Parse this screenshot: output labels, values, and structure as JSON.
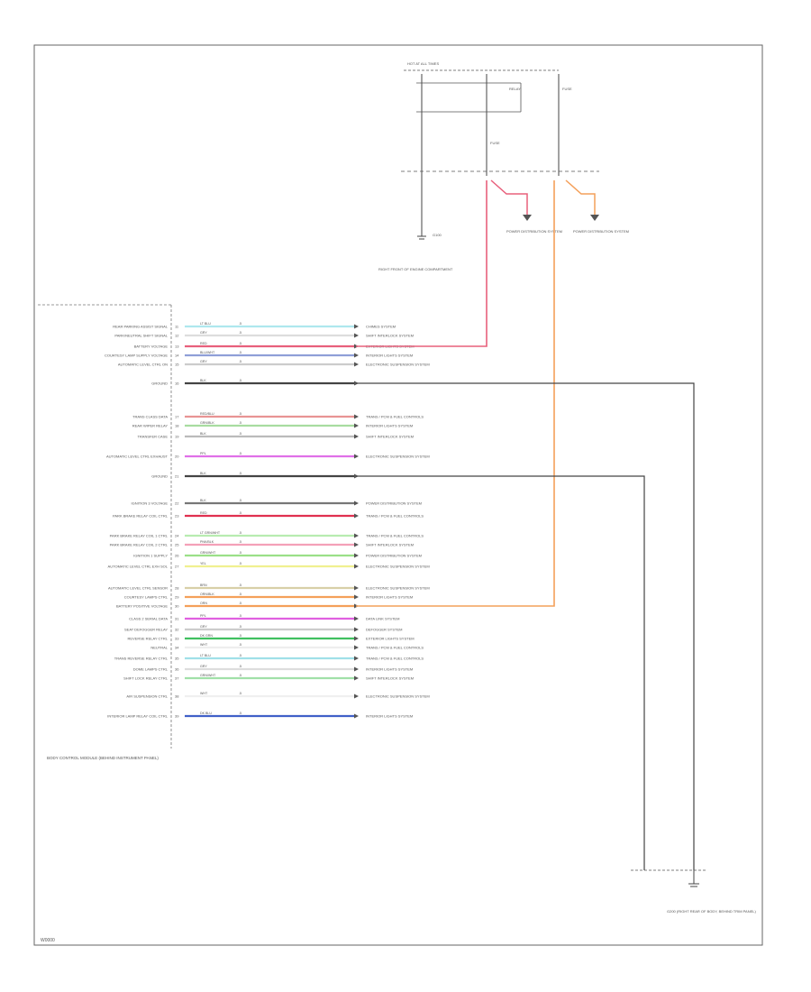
{
  "colors": {
    "frame": "#555555",
    "wire_black": "#444444",
    "wire_pink": "#e8607c",
    "wire_orange": "#f4a05a",
    "text": "#555555"
  },
  "top_section": {
    "fuse_block_label": "HOT AT ALL TIMES",
    "relay_label": "RELAY",
    "fuse_1": "FUSE",
    "fuse_2": "FUSE",
    "power_dist_1": "POWER DISTRIBUTION SYSTEM",
    "power_dist_2": "POWER DISTRIBUTION SYSTEM",
    "ground_label": "G100",
    "connector_label": "RIGHT FRONT OF ENGINE COMPARTMENT"
  },
  "module_label": "BODY CONTROL MODULE (BEHIND INSTRUMENT PANEL)",
  "bottom_ground_label": "G200 (RIGHT REAR OF BODY, BEHIND TRIM PANEL)",
  "pins": [
    {
      "label": "REAR PARKING ASSIST SIGNAL",
      "pin": "11",
      "color": "LT BLU",
      "size": ".5",
      "dest": "CHIMES SYSTEM",
      "wire": "#aee8ee"
    },
    {
      "label": "PARK/NEUTRAL SHIFT SIGNAL",
      "pin": "12",
      "color": "GRY",
      "size": ".5",
      "dest": "SHIFT INTERLOCK SYSTEM",
      "wire": "#dddddd"
    },
    {
      "label": "BATTERY VOLTAGE",
      "pin": "13",
      "color": "RED",
      "size": ".5",
      "dest": "EXTERIOR LIGHTS SYSTEM",
      "wire": "#e8607c"
    },
    {
      "label": "COURTESY LAMP SUPPLY VOLTAGE",
      "pin": "14",
      "color": "BLU/WHT",
      "size": ".5",
      "dest": "INTERIOR LIGHTS SYSTEM",
      "wire": "#8f9fd8"
    },
    {
      "label": "AUTOMATIC LEVEL CTRL ON",
      "pin": "15",
      "color": "GRY",
      "size": ".5",
      "dest": "ELECTRONIC SUSPENSION SYSTEM",
      "wire": "#cccccc"
    },
    {
      "label": "GROUND",
      "pin": "16",
      "color": "BLK",
      "size": ".5",
      "dest": "",
      "wire": "#444444"
    },
    {
      "label": "TRANS CLASS DATA",
      "pin": "17",
      "color": "RED/BLU",
      "size": ".5",
      "dest": "TRANS / PCM & FUEL CONTROLS",
      "wire": "#e89494"
    },
    {
      "label": "REAR WIPER RELAY",
      "pin": "18",
      "color": "GRN/BLK",
      "size": ".5",
      "dest": "INTERIOR LIGHTS SYSTEM",
      "wire": "#a8dca0"
    },
    {
      "label": "TRANSFER CASE",
      "pin": "19",
      "color": "BLK",
      "size": ".5",
      "dest": "SHIFT INTERLOCK SYSTEM",
      "wire": "#bbbbbb"
    },
    {
      "label": "AUTOMATIC LEVEL CTRL EXHAUST",
      "pin": "20",
      "color": "PPL",
      "size": ".5",
      "dest": "ELECTRONIC SUSPENSION SYSTEM",
      "wire": "#e070e8"
    },
    {
      "label": "GROUND",
      "pin": "21",
      "color": "BLK",
      "size": ".5",
      "dest": "",
      "wire": "#444444"
    },
    {
      "label": "IGNITION 3 VOLTAGE",
      "pin": "22",
      "color": "BLK",
      "size": ".5",
      "dest": "POWER DISTRIBUTION SYSTEM",
      "wire": "#777777"
    },
    {
      "label": "PARK BRAKE RELAY COIL CTRL",
      "pin": "23",
      "color": "RED",
      "size": ".5",
      "dest": "TRANS / PCM & FUEL CONTROLS",
      "wire": "#e03050"
    },
    {
      "label": "PARK BRAKE RELAY COIL 1 CTRL",
      "pin": "24",
      "color": "LT GRN/WHT",
      "size": ".5",
      "dest": "TRANS / PCM & FUEL CONTROLS",
      "wire": "#b8ecb0"
    },
    {
      "label": "PARK BRAKE RELAY COIL 2 CTRL",
      "pin": "25",
      "color": "PNK/BLK",
      "size": ".5",
      "dest": "SHIFT INTERLOCK SYSTEM",
      "wire": "#f4a0b8"
    },
    {
      "label": "IGNITION 1 SUPPLY",
      "pin": "26",
      "color": "GRN/WHT",
      "size": ".5",
      "dest": "POWER DISTRIBUTION SYSTEM",
      "wire": "#9be088"
    },
    {
      "label": "AUTOMATIC LEVEL CTRL EXH SOL",
      "pin": "27",
      "color": "YEL",
      "size": ".5",
      "dest": "ELECTRONIC SUSPENSION SYSTEM",
      "wire": "#f0f090"
    },
    {
      "label": "AUTOMATIC LEVEL CTRL SENSOR",
      "pin": "28",
      "color": "BRN",
      "size": ".5",
      "dest": "ELECTRONIC SUSPENSION SYSTEM",
      "wire": "#d8d0a8"
    },
    {
      "label": "COURTESY LAMPS CTRL",
      "pin": "29",
      "color": "ORN/BLK",
      "size": ".5",
      "dest": "INTERIOR LIGHTS SYSTEM",
      "wire": "#f4a05a"
    },
    {
      "label": "BATTERY POSITIVE VOLTAGE",
      "pin": "30",
      "color": "ORN",
      "size": ".5",
      "dest": "",
      "wire": "#f4a05a"
    },
    {
      "label": "CLASS 2 SERIAL DATA",
      "pin": "31",
      "color": "PPL",
      "size": ".5",
      "dest": "DATA LINK SYSTEM",
      "wire": "#e060e0"
    },
    {
      "label": "SEAT DEFOGGER RELAY",
      "pin": "32",
      "color": "GRY",
      "size": ".5",
      "dest": "DEFOGGER SYSTEM",
      "wire": "#cccccc"
    },
    {
      "label": "REVERSE RELAY CTRL",
      "pin": "33",
      "color": "DK GRN",
      "size": ".5",
      "dest": "EXTERIOR LIGHTS SYSTEM",
      "wire": "#40c060"
    },
    {
      "label": "NEUTRAL",
      "pin": "34",
      "color": "WHT",
      "size": ".5",
      "dest": "TRANS / PCM & FUEL CONTROLS",
      "wire": "#eeeeee"
    },
    {
      "label": "TRANS REVERSE RELAY CTRL",
      "pin": "35",
      "color": "LT BLU",
      "size": ".5",
      "dest": "TRANS / PCM & FUEL CONTROLS",
      "wire": "#a0e0e8"
    },
    {
      "label": "DOME LAMPS CTRL",
      "pin": "36",
      "color": "GRY",
      "size": ".5",
      "dest": "INTERIOR LIGHTS SYSTEM",
      "wire": "#dddddd"
    },
    {
      "label": "SHIFT LOCK RELAY CTRL",
      "pin": "37",
      "color": "GRN/WHT",
      "size": ".5",
      "dest": "SHIFT INTERLOCK SYSTEM",
      "wire": "#a0e0a8"
    },
    {
      "label": "AIR SUSPENSION CTRL",
      "pin": "38",
      "color": "WHT",
      "size": ".5",
      "dest": "ELECTRONIC SUSPENSION SYSTEM",
      "wire": "#f0f0f0"
    },
    {
      "label": "INTERIOR LAMP RELAY COIL CTRL",
      "pin": "39",
      "color": "DK BLU",
      "size": ".5",
      "dest": "INTERIOR LIGHTS SYSTEM",
      "wire": "#4060c8"
    }
  ],
  "footer_code": "W0000"
}
